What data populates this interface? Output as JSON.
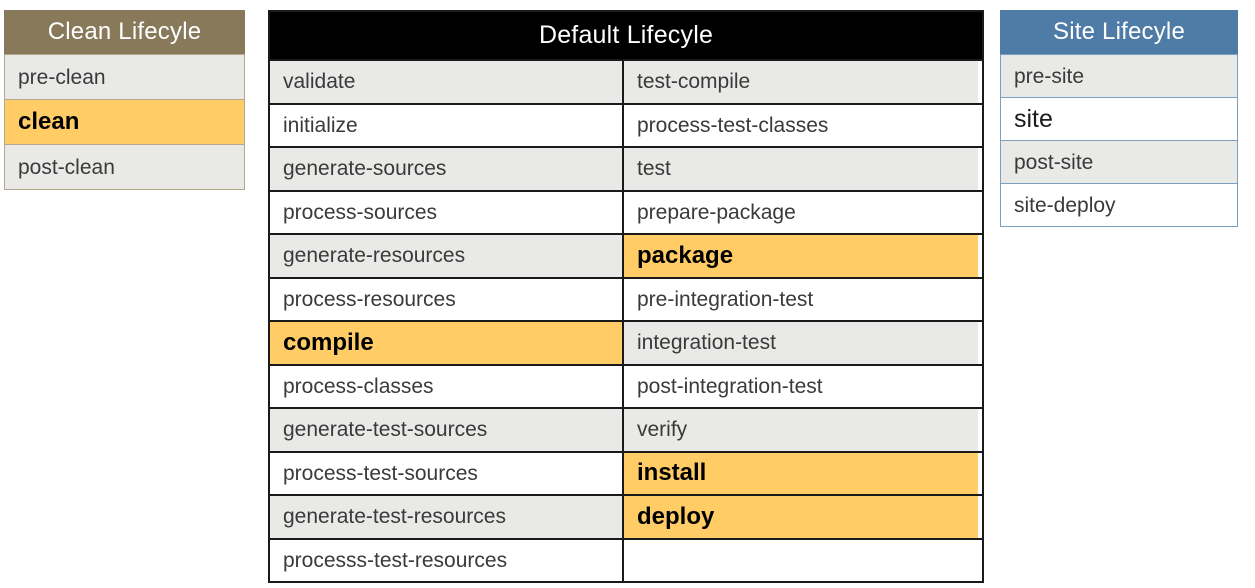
{
  "clean_lifecycle": {
    "title": "Clean Lifecyle",
    "header_color": "#88795A",
    "border_color": "#B3A98E",
    "phases": [
      {
        "label": "pre-clean",
        "style": "alt"
      },
      {
        "label": "clean",
        "style": "hl"
      },
      {
        "label": "post-clean",
        "style": "alt"
      }
    ]
  },
  "default_lifecycle": {
    "title": "Default Lifecyle",
    "header_color": "#000000",
    "border_color": "#1A1A1A",
    "rows": [
      {
        "left": {
          "label": "validate",
          "style": "alt"
        },
        "right": {
          "label": "test-compile",
          "style": "alt"
        }
      },
      {
        "left": {
          "label": "initialize",
          "style": "plain"
        },
        "right": {
          "label": "process-test-classes",
          "style": "plain"
        }
      },
      {
        "left": {
          "label": "generate-sources",
          "style": "alt"
        },
        "right": {
          "label": "test",
          "style": "alt"
        }
      },
      {
        "left": {
          "label": "process-sources",
          "style": "plain"
        },
        "right": {
          "label": "prepare-package",
          "style": "plain"
        }
      },
      {
        "left": {
          "label": "generate-resources",
          "style": "alt"
        },
        "right": {
          "label": "package",
          "style": "hl"
        }
      },
      {
        "left": {
          "label": "process-resources",
          "style": "plain"
        },
        "right": {
          "label": "pre-integration-test",
          "style": "plain"
        }
      },
      {
        "left": {
          "label": "compile",
          "style": "hl"
        },
        "right": {
          "label": "integration-test",
          "style": "alt"
        }
      },
      {
        "left": {
          "label": "process-classes",
          "style": "plain"
        },
        "right": {
          "label": "post-integration-test",
          "style": "plain"
        }
      },
      {
        "left": {
          "label": "generate-test-sources",
          "style": "alt"
        },
        "right": {
          "label": "verify",
          "style": "alt"
        }
      },
      {
        "left": {
          "label": "process-test-sources",
          "style": "plain"
        },
        "right": {
          "label": "install",
          "style": "hl"
        }
      },
      {
        "left": {
          "label": "generate-test-resources",
          "style": "alt"
        },
        "right": {
          "label": "deploy",
          "style": "hl"
        }
      },
      {
        "left": {
          "label": "processs-test-resources",
          "style": "plain"
        },
        "right": {
          "label": "",
          "style": "plain"
        }
      }
    ]
  },
  "site_lifecycle": {
    "title": "Site Lifecyle",
    "header_color": "#4E7CA6",
    "border_color": "#7D9FBE",
    "phases": [
      {
        "label": "pre-site",
        "style": "alt"
      },
      {
        "label": "site",
        "style": "big"
      },
      {
        "label": "post-site",
        "style": "alt"
      },
      {
        "label": "site-deploy",
        "style": "plain"
      }
    ]
  },
  "palette": {
    "highlight": "#FFCC66",
    "alt_row": "#E9E9E7",
    "plain_row": "#FFFFFF",
    "text": "#3A3A3A",
    "highlight_text": "#000000"
  }
}
